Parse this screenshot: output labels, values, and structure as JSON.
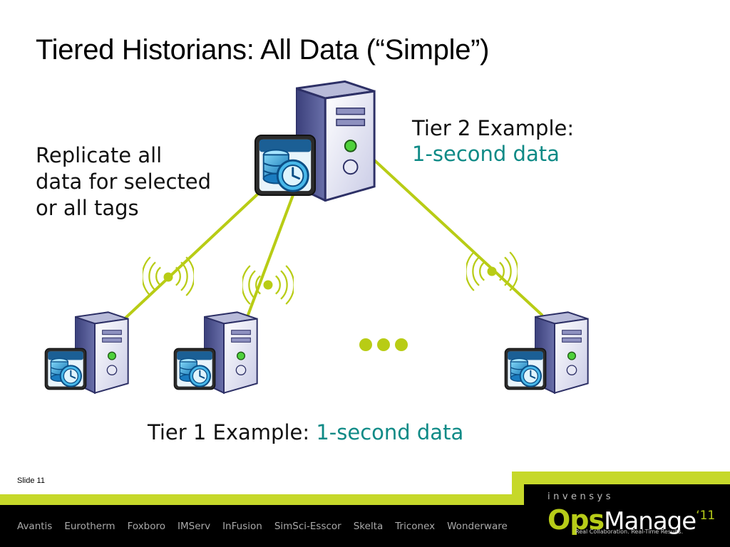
{
  "slide": {
    "title": "Tiered Historians: All Data (“Simple”)",
    "replicate_lines": [
      "Replicate all",
      "data for selected",
      "or all tags"
    ],
    "tier2": {
      "label": "Tier 2 Example:",
      "value": "1-second data"
    },
    "tier1": {
      "label": "Tier 1 Example:",
      "value": "1-second data"
    },
    "slide_number": "Slide 11"
  },
  "footer": {
    "brands": [
      "Avantis",
      "Eurotherm",
      "Foxboro",
      "IMServ",
      "InFusion",
      "SimSci-Esscor",
      "Skelta",
      "Triconex",
      "Wonderware"
    ],
    "company": "invensys",
    "logo": {
      "ops": "Ops",
      "manage": "Manage",
      "year": "‘11",
      "tagline": "Real Collaboration. Real-Time Results."
    }
  },
  "colors": {
    "link_line": "#b8cc15",
    "accent_text": "#0e8a86",
    "server_body": "#4a4f8a",
    "footer_dark": "#000000"
  },
  "icons": [
    "server-icon",
    "historian-database-clock-icon",
    "wireless-signal-icon",
    "ellipsis-dots-icon"
  ]
}
